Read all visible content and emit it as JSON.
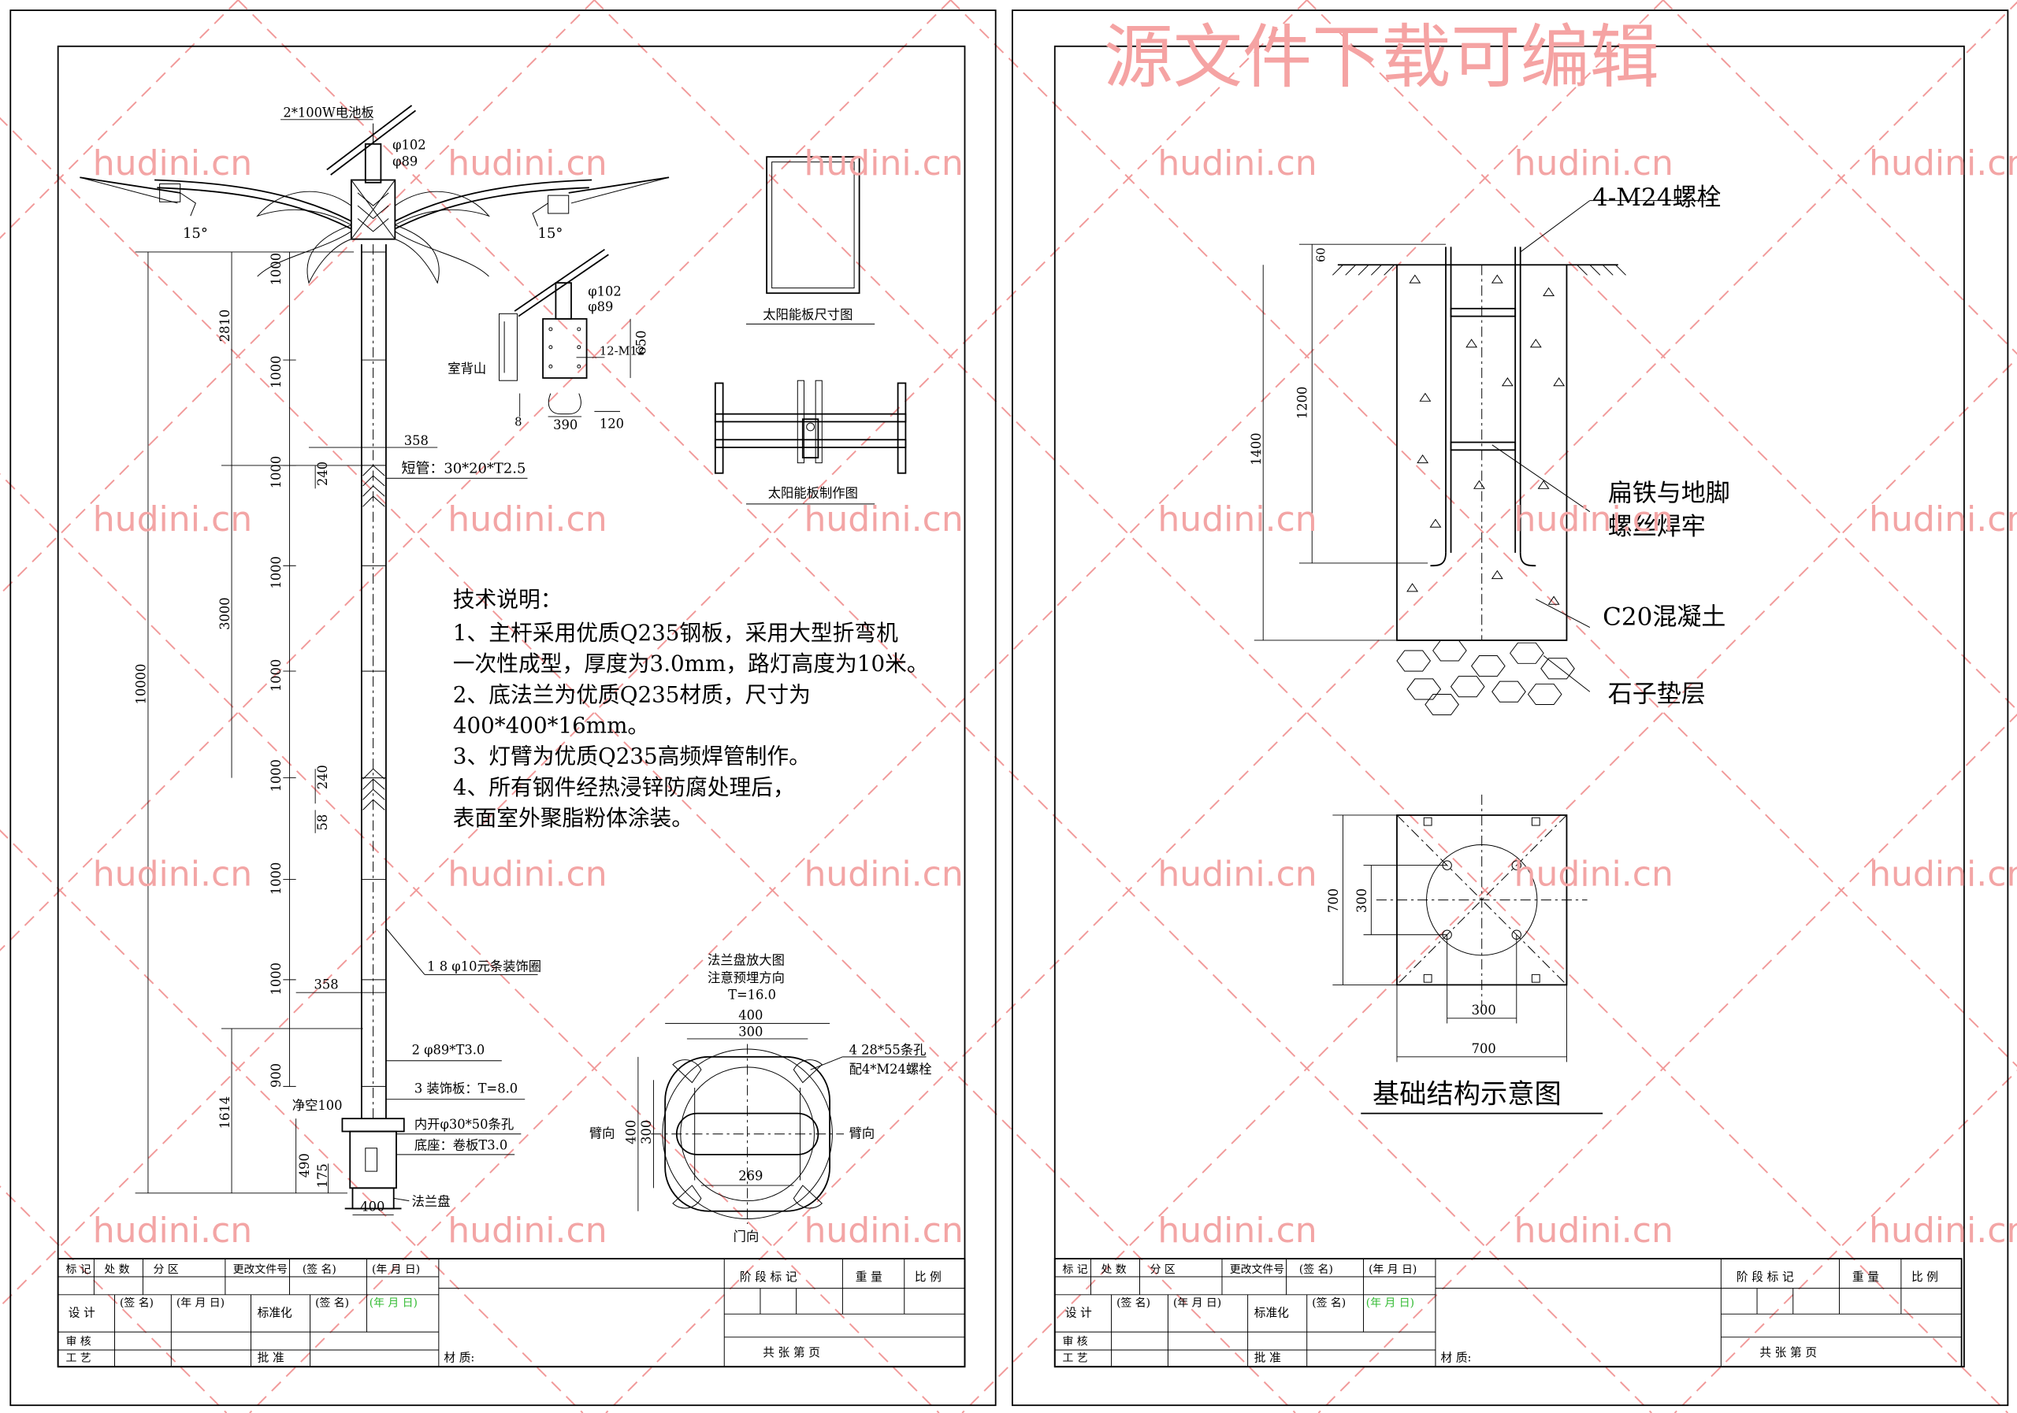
{
  "watermark": {
    "site": "hudini.cn",
    "banner": "源文件下载可编辑",
    "color": "#f19a9a"
  },
  "left_sheet": {
    "pole": {
      "solar_panel_label": "2*100W电池板",
      "top_pipe_1": "φ102",
      "top_pipe_2": "φ89",
      "arm_angle_left": "15°",
      "arm_angle_right": "15°",
      "segment_dims": [
        "1000",
        "1000",
        "1000",
        "1000",
        "1000",
        "1000",
        "1000",
        "1000",
        "900"
      ],
      "dim_2810": "2810",
      "dim_3000": "3000",
      "dim_10000": "10000",
      "dim_1614": "1614",
      "dim_358_top": "358",
      "dim_358_bottom": "358",
      "dim_240_top": "240",
      "dim_240_mid": "240",
      "dim_58": "58",
      "dim_490": "490",
      "dim_175": "175",
      "dim_400_base": "400",
      "short_pipe": "短管：30*20*T2.5",
      "callout_1": "1 8 φ10元条装饰圈",
      "callout_2": "2 φ89*T3.0",
      "callout_3": "3 装饰板：T=8.0",
      "clearance": "净空100",
      "inner_hole": "内开φ30*50条孔",
      "base_seat": "底座：卷板T3.0",
      "flange": "法兰盘"
    },
    "bracket_detail": {
      "pipe_1": "φ102",
      "pipe_2": "φ89",
      "bolts": "12-M12",
      "dim_650": "650",
      "dim_390": "390",
      "dim_120": "120",
      "dim_8": "8",
      "sub_label": "室背山"
    },
    "panel_size_caption": "太阳能板尺寸图",
    "panel_frame_caption": "太阳能板制作图",
    "tech_notes": {
      "title": "技术说明：",
      "lines": [
        "1、主杆采用优质Q235钢板，采用大型折弯机",
        "一次性成型，厚度为3.0mm，路灯高度为10米。",
        "2、底法兰为优质Q235材质，尺寸为",
        "400*400*16mm。",
        "3、灯臂为优质Q235高频焊管制作。",
        "4、所有钢件经热浸锌防腐处理后，",
        "表面室外聚脂粉体涂装。"
      ]
    },
    "flange_detail": {
      "title_1": "法兰盘放大图",
      "title_2": "注意预埋方向",
      "title_3": "T=16.0",
      "dim_400_top": "400",
      "dim_300_top": "300",
      "dim_400_left": "400",
      "dim_300_left": "300",
      "dim_269": "269",
      "slots": "4 28*55条孔",
      "bolts": "配4*M24螺栓",
      "arm_dir_left": "臂向",
      "arm_dir_right": "臂向",
      "door_dir": "门向"
    },
    "title_block": {
      "r1": [
        "标 记",
        "处 数",
        "分 区",
        "更改文件号",
        "(签 名)",
        "(年 月 日)"
      ],
      "design": "设 计",
      "sign1": "(签 名)",
      "date1": "(年 月 日)",
      "standard": "标准化",
      "sign2": "(签 名)",
      "date2": "(年 月 日)",
      "review": "审 核",
      "craft": "工 艺",
      "approve": "批 准",
      "stage": "阶 段 标 记",
      "weight": "重 量",
      "scale": "比 例",
      "material": "材 质:",
      "sheets": "共  张  第  页"
    }
  },
  "right_sheet": {
    "foundation": {
      "bolts_label": "4-M24螺栓",
      "dim_60": "60",
      "dim_1200": "1200",
      "dim_1400": "1400",
      "flat_iron_1": "扁铁与地脚",
      "flat_iron_2": "螺丝焊牢",
      "concrete": "C20混凝土",
      "gravel": "石子垫层"
    },
    "plan": {
      "dim_700_left": "700",
      "dim_300_left": "300",
      "dim_300_bottom": "300",
      "dim_700_bottom": "700"
    },
    "caption": "基础结构示意图",
    "title_block": {
      "r1": [
        "标 记",
        "处 数",
        "分 区",
        "更改文件号",
        "(签 名)",
        "(年 月 日)"
      ],
      "design": "设 计",
      "sign1": "(签 名)",
      "date1": "(年 月 日)",
      "standard": "标准化",
      "sign2": "(签 名)",
      "date2": "(年 月 日)",
      "review": "审 核",
      "craft": "工 艺",
      "approve": "批 准",
      "stage": "阶 段 标 记",
      "weight": "重 量",
      "scale": "比 例",
      "material": "材 质:",
      "sheets": "共  张  第  页"
    }
  }
}
